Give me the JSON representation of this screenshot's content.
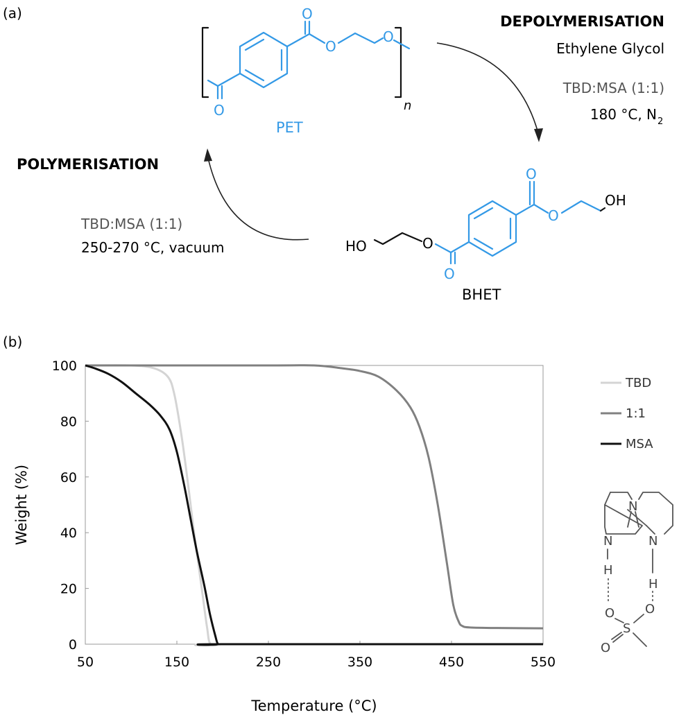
{
  "panel_a": {
    "label": "(a)",
    "depolymerisation": {
      "title": "DEPOLYMERISATION",
      "reagent": "Ethylene Glycol",
      "catalyst": "TBD:MSA (1:1)",
      "conditions": "180 °C, N",
      "conditions_sub": "2"
    },
    "polymerisation": {
      "title": "POLYMERISATION",
      "catalyst": "TBD:MSA (1:1)",
      "conditions": "250-270 °C, vacuum"
    },
    "pet": {
      "name": "PET",
      "repeat": "n",
      "atoms": [
        "O",
        "O",
        "O",
        "O"
      ]
    },
    "bhet": {
      "name": "BHET",
      "atoms": [
        "O",
        "O",
        "OH",
        "HO",
        "O",
        "O"
      ]
    }
  },
  "panel_b": {
    "label": "(b)",
    "tbd_msa_atoms": [
      "N",
      "N",
      "N",
      "H",
      "H",
      "O",
      "O",
      "S",
      "O"
    ]
  },
  "chart_data": {
    "type": "line",
    "xlabel": "Temperature (°C)",
    "ylabel": "Weight (%)",
    "xlim": [
      50,
      550
    ],
    "ylim": [
      0,
      100
    ],
    "xticks": [
      50,
      150,
      250,
      350,
      450,
      550
    ],
    "yticks": [
      0,
      20,
      40,
      60,
      80,
      100
    ],
    "grid": false,
    "legend": "right",
    "series": [
      {
        "name": "TBD",
        "color": "#d4d4d4",
        "x": [
          50,
          100,
          125,
          140,
          147,
          155,
          162,
          168,
          173,
          178,
          183,
          187,
          200,
          550
        ],
        "y": [
          100,
          100,
          99,
          96,
          90,
          75,
          58,
          42,
          30,
          18,
          6,
          0,
          0,
          0
        ]
      },
      {
        "name": "1:1",
        "color": "#808080",
        "x": [
          50,
          250,
          300,
          330,
          350,
          370,
          390,
          405,
          415,
          425,
          435,
          445,
          452,
          458,
          462,
          470,
          500,
          550
        ],
        "y": [
          100,
          100,
          100,
          99,
          98,
          96,
          91,
          85,
          78,
          67,
          50,
          29,
          14,
          8,
          6.5,
          6,
          5.8,
          5.7
        ]
      },
      {
        "name": "MSA",
        "color": "#111111",
        "x": [
          50,
          60,
          75,
          90,
          105,
          120,
          132,
          142,
          150,
          158,
          165,
          172,
          180,
          186,
          192,
          195,
          200,
          550
        ],
        "y": [
          100,
          99,
          97,
          94,
          90,
          86,
          82,
          77,
          69,
          57,
          45,
          33,
          21,
          11,
          3,
          0,
          0,
          0
        ]
      }
    ]
  }
}
